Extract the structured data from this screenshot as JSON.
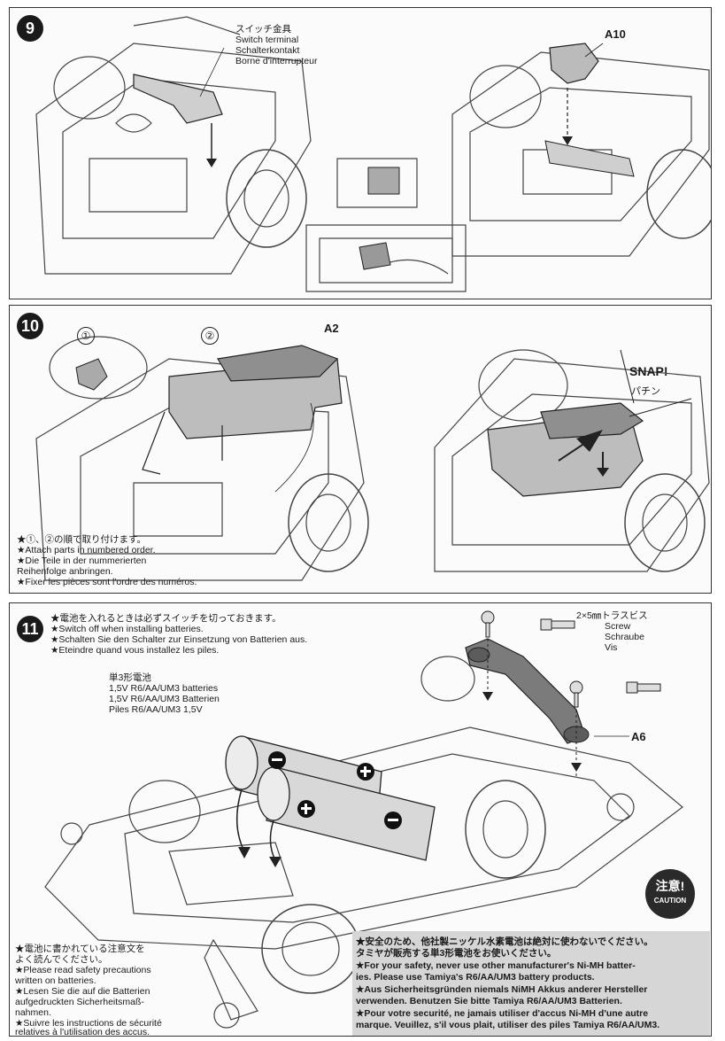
{
  "step9": {
    "number": "9",
    "terminal_label": [
      "スイッチ金具",
      "Switch terminal",
      "Schalterkontakt",
      "Borne d'interrupteur"
    ],
    "part": "A10"
  },
  "step10": {
    "number": "10",
    "marker1": "①",
    "marker2": "②",
    "part": "A2",
    "snap": "SNAP!",
    "snap_jp": "パチン",
    "note": [
      "★①、②の順で取り付けます。",
      "★Attach parts in numbered order.",
      "★Die Teile in der nummerierten",
      "Reihenfolge anbringen.",
      "★Fixer les pièces sont l'ordre des numéros."
    ]
  },
  "step11": {
    "number": "11",
    "switch_note": [
      "★電池を入れるときは必ずスイッチを切っておきます。",
      "★Switch off when installing batteries.",
      "★Schalten Sie den Schalter zur Einsetzung von Batterien aus.",
      "★Eteindre quand vous installez les piles."
    ],
    "battery_label": [
      "単3形電池",
      "1,5V R6/AA/UM3 batteries",
      "1,5V R6/AA/UM3 Batterien",
      "Piles R6/AA/UM3 1,5V"
    ],
    "screw_label": [
      "2×5㎜トラスビス",
      "Screw",
      "Schraube",
      "Vis"
    ],
    "part": "A6",
    "safety_note": [
      "★電池に書かれている注意文を",
      "よく読んでください。",
      "★Please read safety precautions",
      "written on batteries.",
      "★Lesen Sie die auf die Batterien",
      "aufgedruckten Sicherheitsmaß-",
      "nahmen.",
      "★Suivre les instructions de sécurité",
      "relatives à l'utilisation des accus."
    ],
    "caution_badge": {
      "jp": "注意!",
      "en": "CAUTION"
    },
    "caution_text": [
      "★安全のため、他社製ニッケル水素電池は絶対に使わないでください。",
      "タミヤが販売する単3形電池をお使いください。",
      "★For your safety, never use other manufacturer's Ni-MH batter-",
      "ies. Please use Tamiya's R6/AA/UM3 battery products.",
      "★Aus Sicherheitsgründen niemals NiMH Akkus anderer Hersteller",
      "verwenden. Benutzen Sie bitte Tamiya R6/AA/UM3 Batterien.",
      "★Pour votre securité, ne jamais utiliser d'accus Ni-MH d'une autre",
      "marque. Veuillez, s'il vous plait, utiliser des piles Tamiya R6/AA/UM3."
    ]
  }
}
